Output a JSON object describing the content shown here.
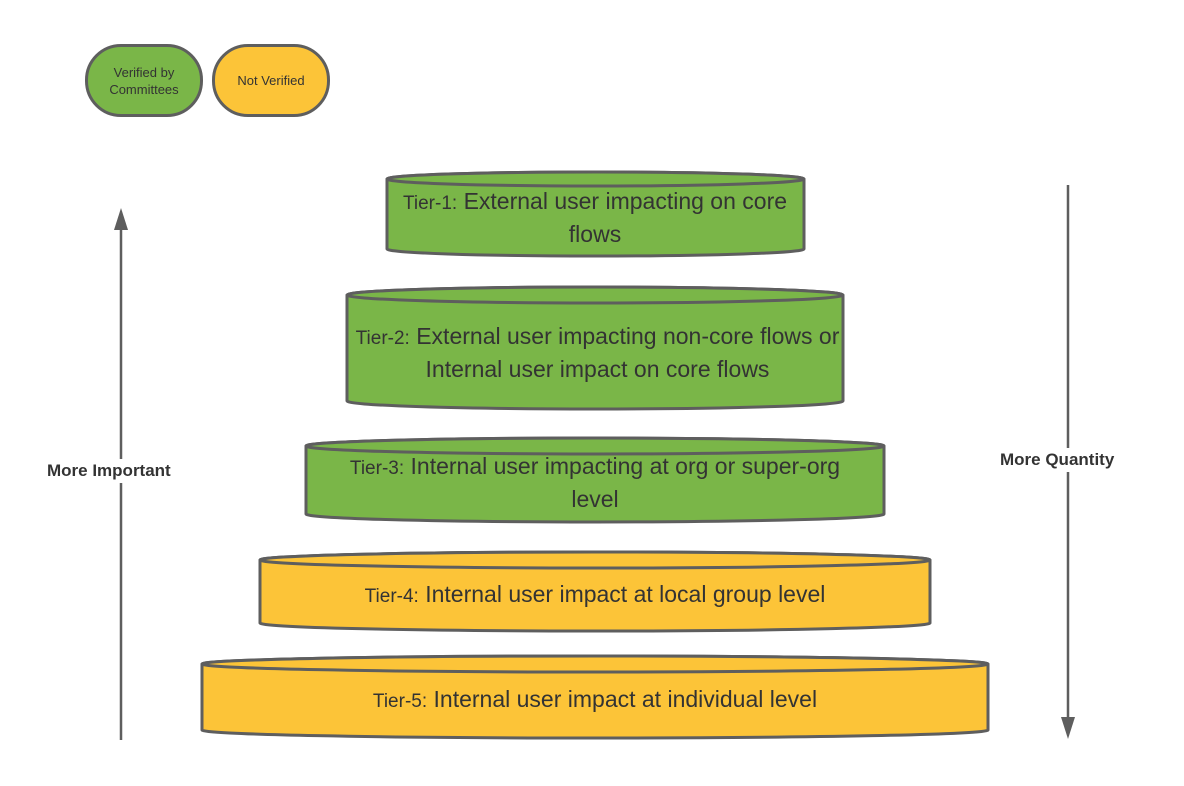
{
  "legend": {
    "items": [
      {
        "label": "Verified by Committees",
        "color": "#7ab648"
      },
      {
        "label": "Not Verified",
        "color": "#fcc438"
      }
    ]
  },
  "colors": {
    "verified": "#7ab648",
    "not_verified": "#fcc438",
    "stroke": "#5e5e5e",
    "text": "#333333"
  },
  "tiers": [
    {
      "prefix": "Tier-1:",
      "text": "External user impacting on core flows",
      "status": "verified"
    },
    {
      "prefix": "Tier-2:",
      "text": "External user impacting non-core flows or Internal user impact on core flows",
      "status": "verified"
    },
    {
      "prefix": "Tier-3:",
      "text": "Internal user impacting at org or super-org level",
      "status": "verified"
    },
    {
      "prefix": "Tier-4:",
      "text": "Internal user impact at local group level",
      "status": "not_verified"
    },
    {
      "prefix": "Tier-5:",
      "text": "Internal user impact at individual level",
      "status": "not_verified"
    }
  ],
  "axes": {
    "left": {
      "label": "More Important",
      "direction": "up"
    },
    "right": {
      "label": "More Quantity",
      "direction": "down"
    }
  }
}
